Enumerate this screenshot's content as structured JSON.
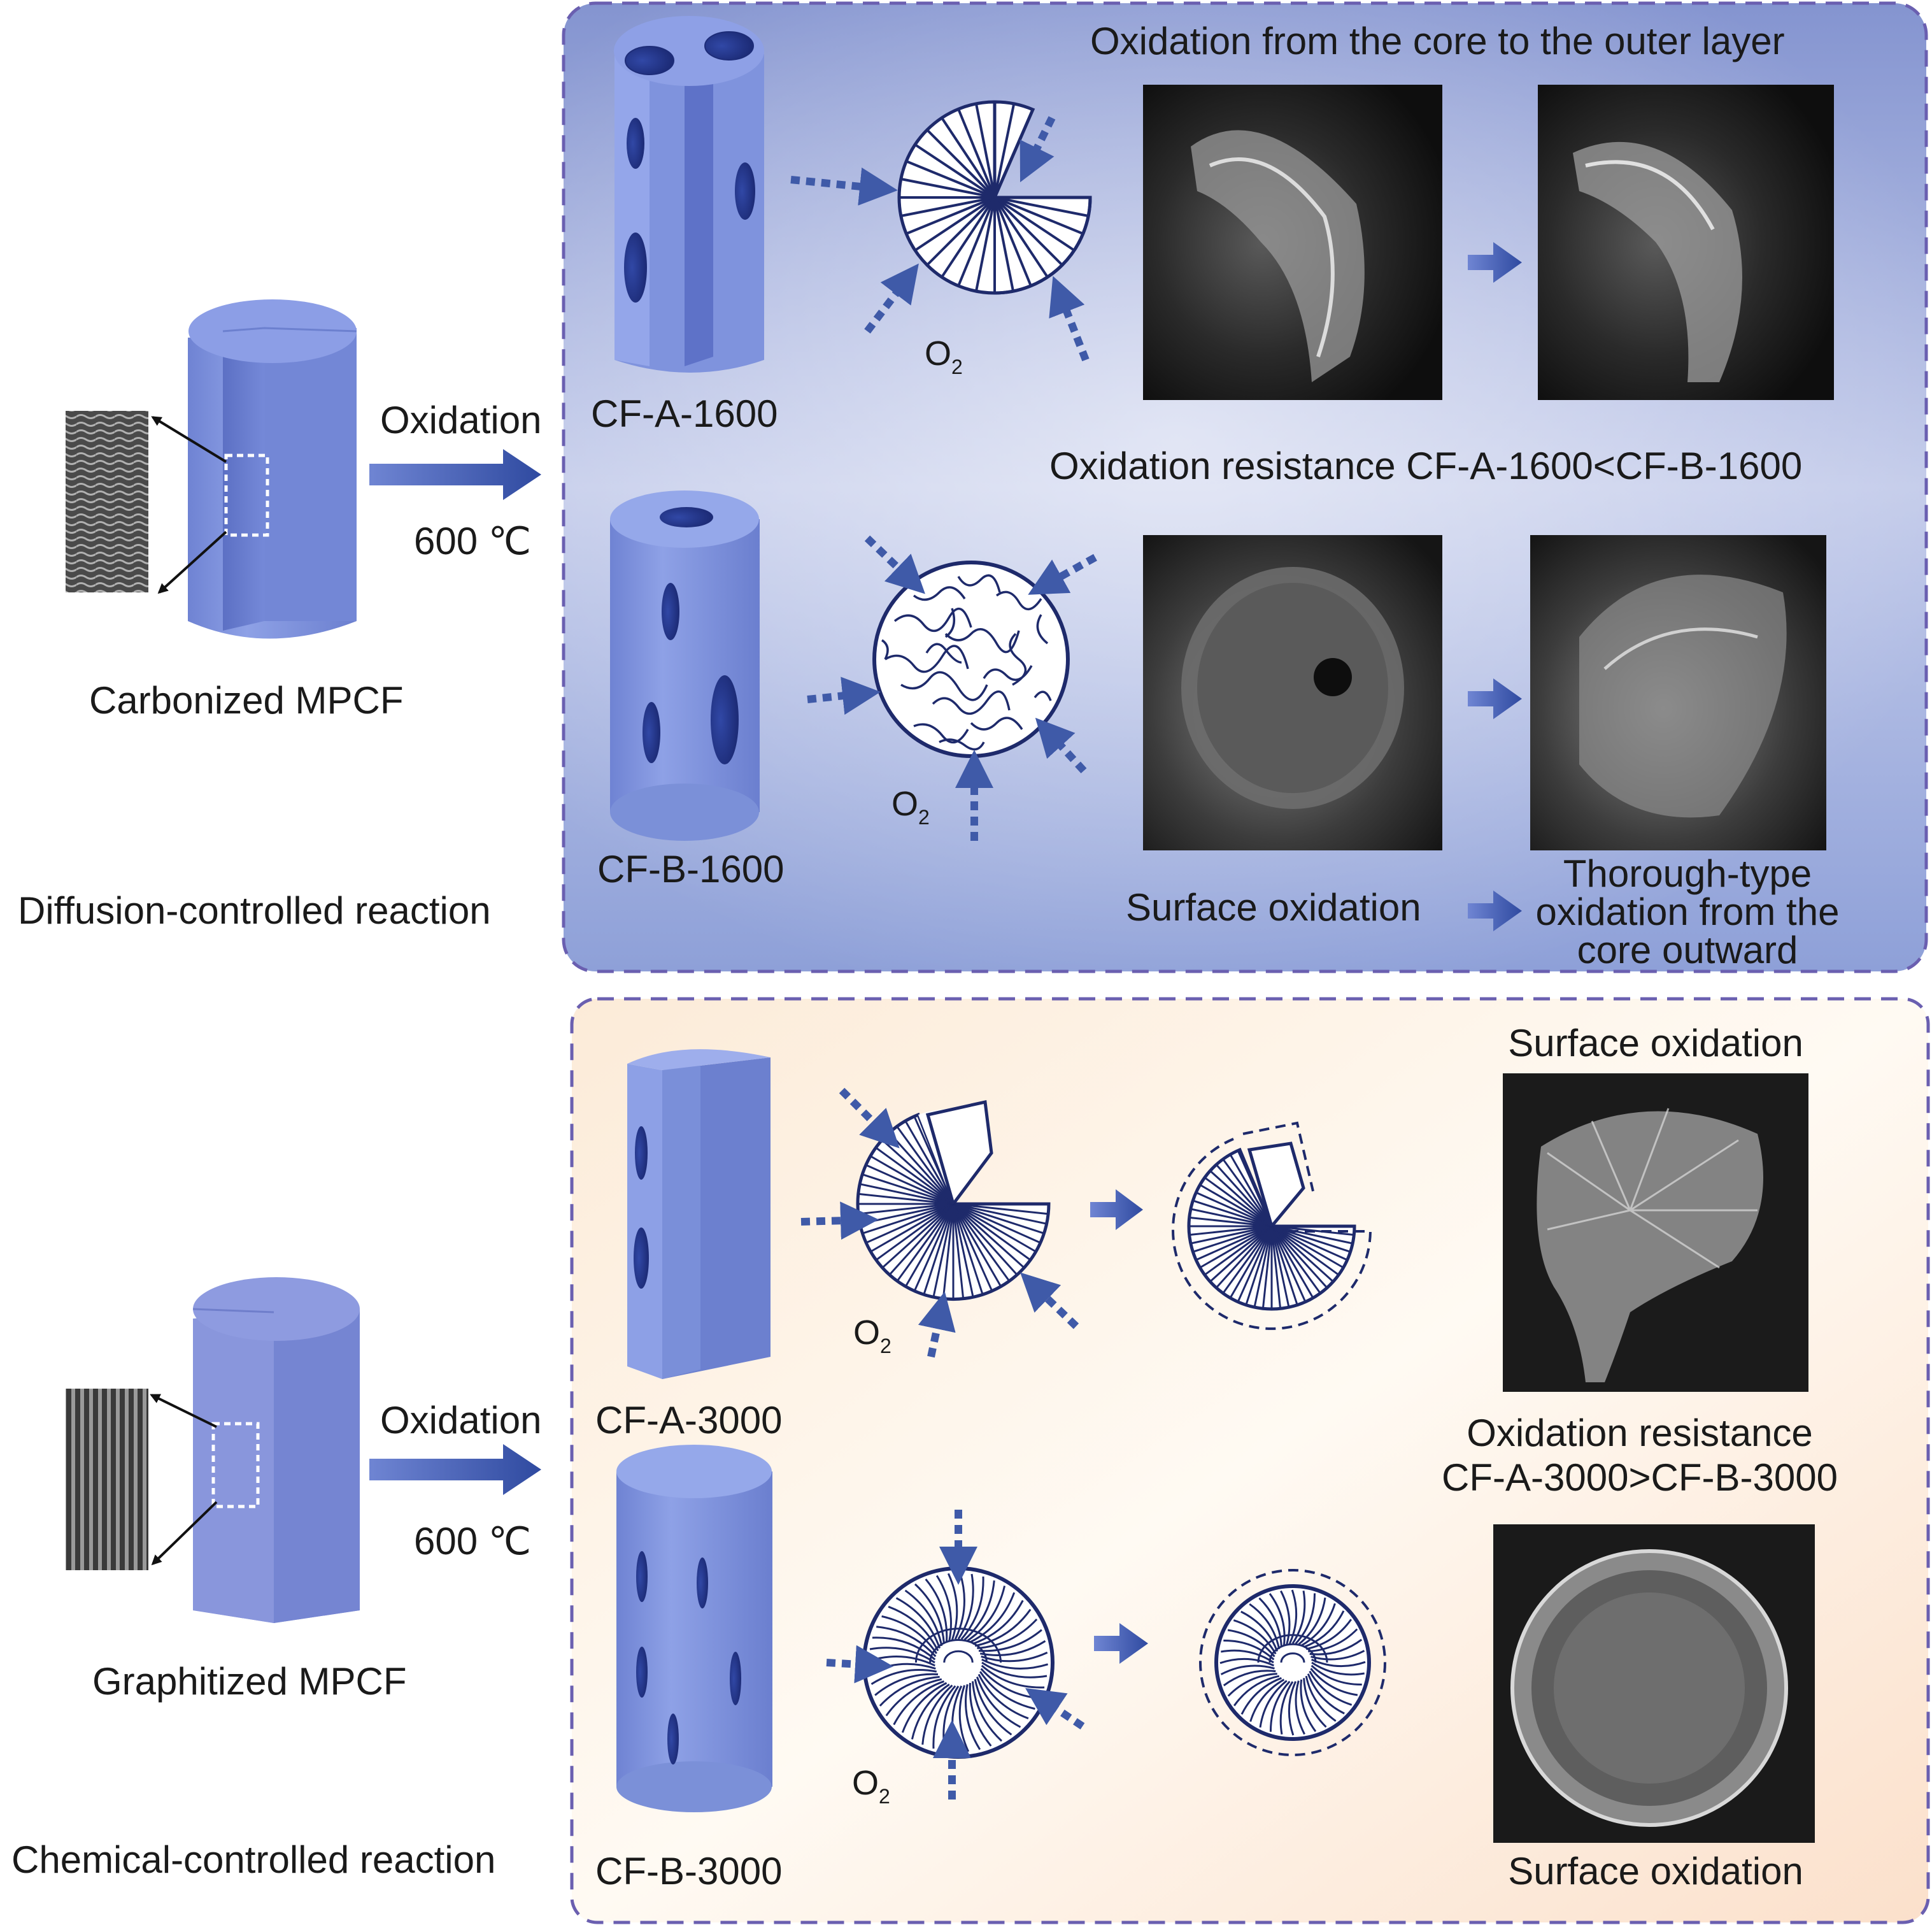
{
  "left": {
    "carbonized_caption": "Carbonized MPCF",
    "graphitized_caption": "Graphitized MPCF",
    "diffusion_caption": "Diffusion-controlled reaction",
    "chemical_caption": "Chemical-controlled reaction",
    "oxidation_label_top": "Oxidation",
    "temp_label_top": "600 ℃",
    "oxidation_label_bottom": "Oxidation",
    "temp_label_bottom": "600 ℃"
  },
  "top_panel": {
    "color": "#8ea0d8",
    "header": "Oxidation from the core to the outer layer",
    "resistance_note": "Oxidation resistance CF-A-1600<CF-B-1600",
    "fiber_a_label": "CF-A-1600",
    "fiber_b_label": "CF-B-1600",
    "o2_a": "O",
    "o2_a_sub": "2",
    "o2_b": "O",
    "o2_b_sub": "2",
    "surface_oxidation": "Surface oxidation",
    "thorough_oxidation": "Thorough-type oxidation from the core outward"
  },
  "bottom_panel": {
    "color": "#fbe3cf",
    "header": "Surface oxidation",
    "fiber_a_label": "CF-A-3000",
    "fiber_b_label": "CF-B-3000",
    "o2_a": "O",
    "o2_a_sub": "2",
    "o2_b": "O",
    "o2_b_sub": "2",
    "resistance_line1": "Oxidation resistance",
    "resistance_line2": "CF-A-3000>CF-B-3000",
    "footer": "Surface oxidation"
  },
  "colors": {
    "fiber": "#7b8fd8",
    "arrow": "#3f5aa8",
    "dashed_border": "#6a5fb0",
    "sem_dark": "#1c1c1c"
  }
}
